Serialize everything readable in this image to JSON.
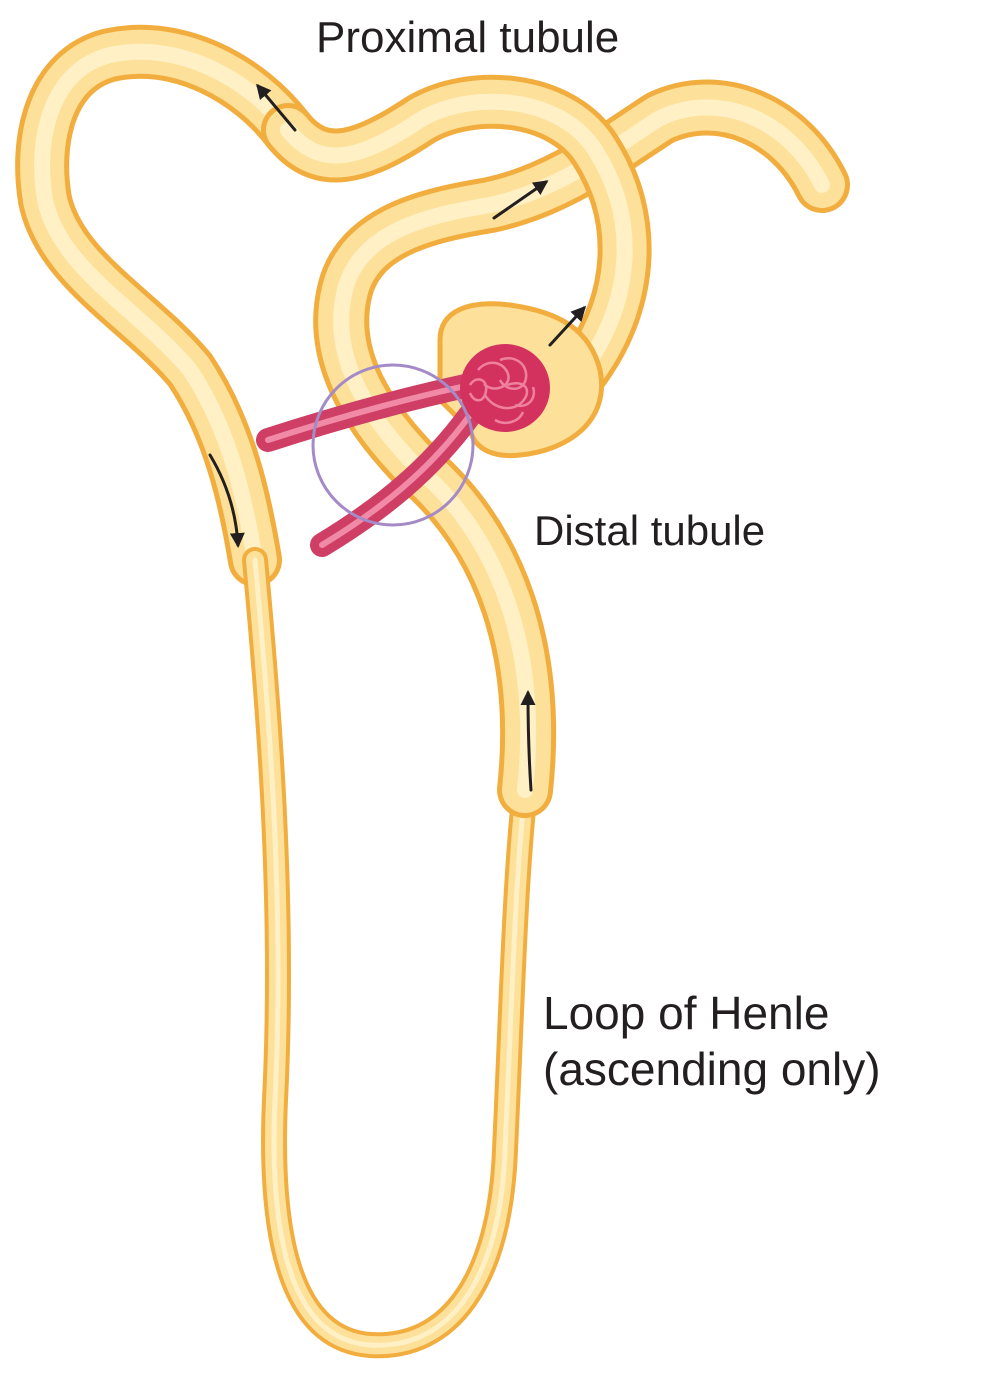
{
  "labels": {
    "proximal_tubule": "Proximal tubule",
    "distal_tubule": "Distal tubule",
    "loop_of_henle_line1": "Loop of Henle",
    "loop_of_henle_line2": "(ascending only)"
  },
  "colors": {
    "tubule_edge": "#f2ad3f",
    "tubule_fill": "#fde19a",
    "tubule_center": "#fff0c6",
    "vessel": "#cf3f65",
    "vessel_light": "#f08aa6",
    "glomerulus": "#d4325e",
    "highlight_circle": "#a48ac6",
    "arrow": "#231f20",
    "text": "#231f20",
    "background": "#ffffff"
  },
  "icons": {
    "flow_arrow": "arrow-icon"
  }
}
